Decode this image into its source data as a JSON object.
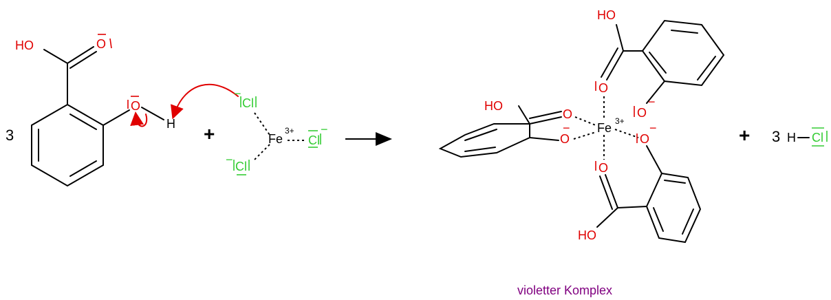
{
  "reactant": {
    "coefficient": "3",
    "oh_label": "HO",
    "o_carbonyl": "O",
    "o_phenol": "O",
    "h_label": "H",
    "minus": "−"
  },
  "iron_chloride": {
    "fe": "Fe",
    "charge": "3+",
    "cl": "Cl",
    "minus": "−"
  },
  "operators": {
    "plus": "+"
  },
  "complex": {
    "fe": "Fe",
    "charge": "3+",
    "oh_label": "HO",
    "o": "O",
    "minus": "−"
  },
  "product_hcl": {
    "coefficient": "3",
    "h": "H",
    "cl": "Cl"
  },
  "caption": "violetter Komplex",
  "colors": {
    "oxygen": "#e00000",
    "chlorine": "#33cc33",
    "caption": "#800080",
    "bonds": "#000000"
  }
}
